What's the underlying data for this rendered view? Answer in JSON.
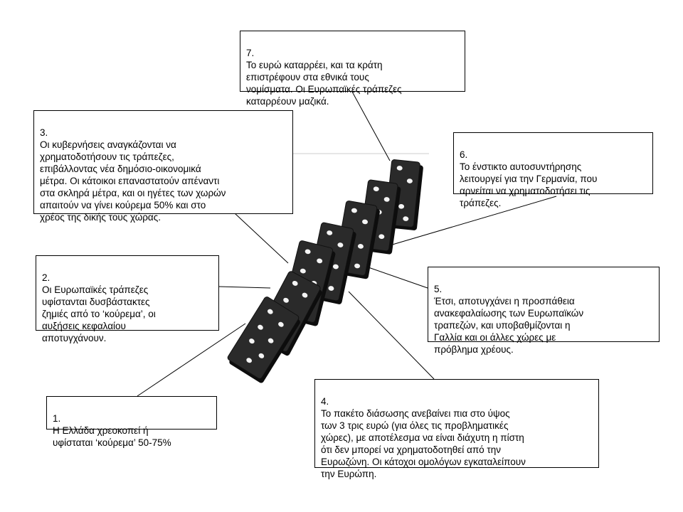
{
  "steps": [
    {
      "num": "1.",
      "text": "Η Ελλάδα χρεοκοπεί ή\nυφίσταται ‘κούρεμα’ 50-75%"
    },
    {
      "num": "2.",
      "text": "Οι Ευρωπαϊκές τράπεζες\nυφίστανται δυσβάστακτες\nζημιές από το ‘κούρεμα’, οι\nαυξήσεις κεφαλαίου\nαποτυγχάνουν."
    },
    {
      "num": "3.",
      "text": "Οι κυβερνήσεις αναγκάζονται να\nχρηματοδοτήσουν τις τράπεζες,\nεπιβάλλοντας νέα δημόσιο-οικονομικά\nμέτρα.  Οι κάτοικοι επαναστατούν απέναντι\nστα σκληρά μέτρα, και οι ηγέτες των χωρών\nαπαιτούν να γίνει κούρεμα 50% και στο\nχρέος της δικής τους χώρας."
    },
    {
      "num": "4.",
      "text": "Το πακέτο διάσωσης ανεβαίνει πια στο ύψος\nτων 3 τρις ευρώ (για όλες τις προβληματικές\nχώρες), με αποτέλεσμα να είναι διάχυτη η πίστη\nότι δεν μπορεί να χρηματοδοτηθεί από την\nΕυρωζώνη. Οι κάτοχοι ομολόγων εγκαταλείπουν\nτην Ευρώπη."
    },
    {
      "num": "5.",
      "text": "Έτσι, αποτυγχάνει η προσπάθεια\nανακεφαλαίωσης των Ευρωπαϊκών\nτραπεζών, και υποβαθμίζονται η\nΓαλλία και οι άλλες χώρες με\nπρόβλημα χρέους."
    },
    {
      "num": "6.",
      "text": "Το ένστικτο αυτοσυντήρησης\nλειτουργεί για την Γερμανία, που\nαρνείται να χρηματοδοτήσει τις\nτράπεζες."
    },
    {
      "num": "7.",
      "text": "Το ευρώ καταρρέει, και τα κράτη\nεπιστρέφουν στα εθνικά τους\nνομίσματα. Οι Ευρωπαϊκές τράπεζες\nκαταρρέουν μαζικά."
    }
  ]
}
